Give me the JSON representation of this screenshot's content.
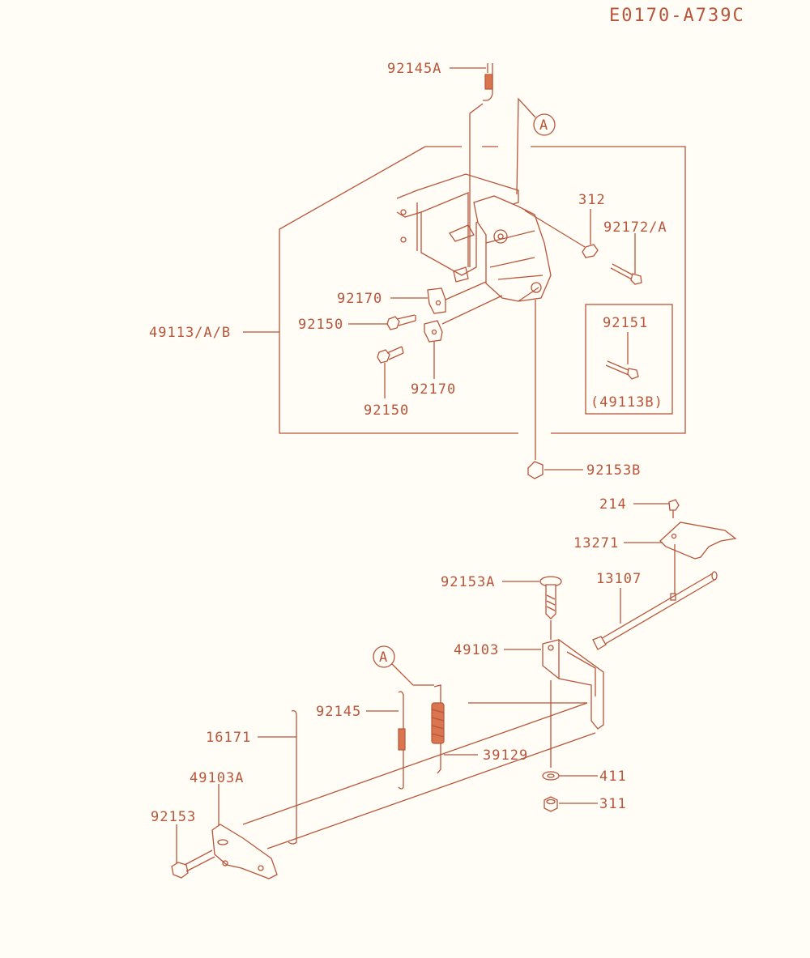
{
  "diagram_ref": "E0170-A739C",
  "callout_letter": "A",
  "parts": {
    "p92145A": "92145A",
    "p312": "312",
    "p92172A": "92172/A",
    "p92170a": "92170",
    "p92150a": "92150",
    "p49113AB": "49113/A/B",
    "p92151": "92151",
    "p49113B": "(49113B)",
    "p92170b": "92170",
    "p92150b": "92150",
    "p92153B": "92153B",
    "p214": "214",
    "p13271": "13271",
    "p92153A": "92153A",
    "p13107": "13107",
    "p49103": "49103",
    "p92145": "92145",
    "p16171": "16171",
    "p39129": "39129",
    "p49103A": "49103A",
    "p411": "411",
    "p92153": "92153",
    "p311": "311"
  }
}
